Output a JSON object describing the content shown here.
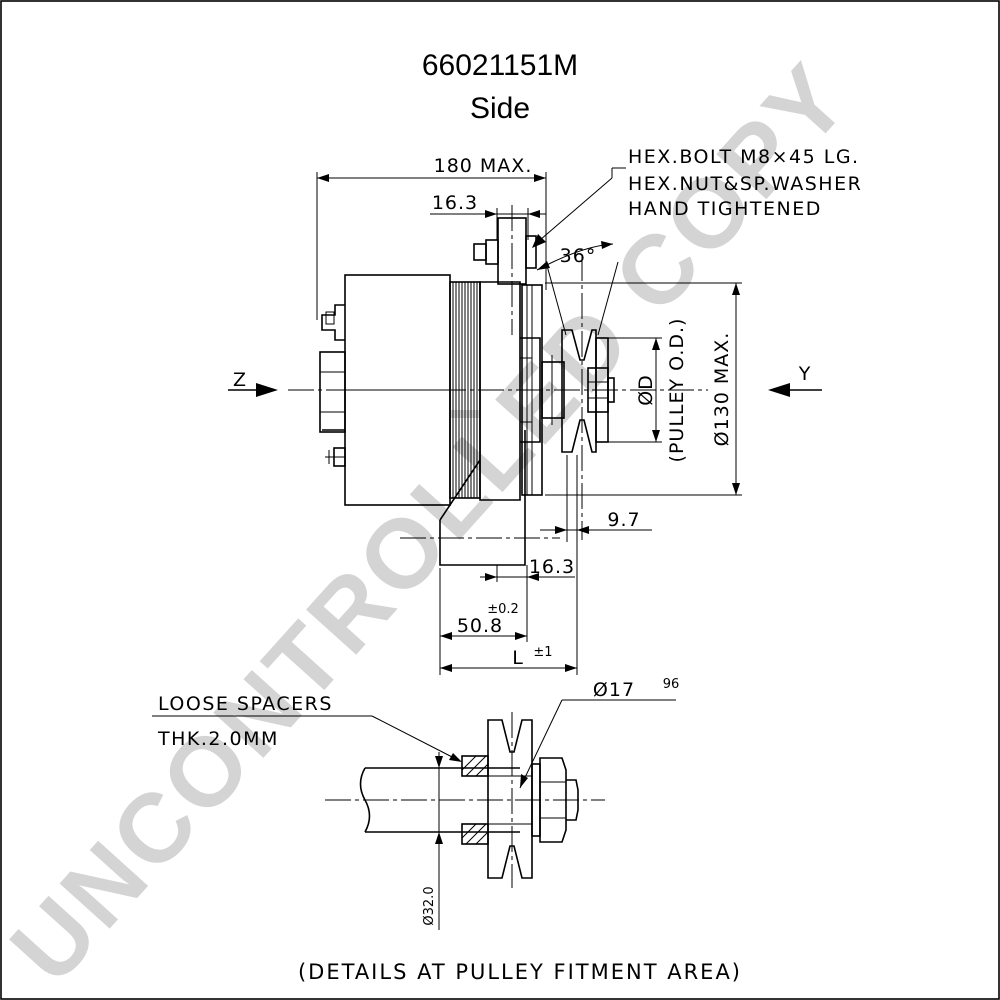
{
  "drawing": {
    "part_number": "66021151M",
    "view": "Side"
  },
  "dimensions": {
    "overall_length": "180 MAX.",
    "bolt_offset": "16.3",
    "pulley_angle": "36°",
    "pulley_od": "(PULLEY O.D.)",
    "pulley_d": "ØD",
    "body_dia": "Ø130 MAX.",
    "pulley_width": "9.7",
    "mount_offset": "16.3",
    "flange_tol": "±0.2",
    "flange_dist": "50.8",
    "length_l": "L",
    "length_tol": "±1",
    "shaft_dia": "Ø17",
    "shaft_dia_tol": "96",
    "spindle_dia": "Ø32.0"
  },
  "axes": {
    "left_view": "Z",
    "right_view": "Y"
  },
  "notes": {
    "bolt_line_1": "HEX.BOLT M8×45 LG.",
    "bolt_line_2": "HEX.NUT&SP.WASHER",
    "bolt_line_3": "HAND TIGHTENED",
    "spacers_line_1": "LOOSE SPACERS",
    "spacers_line_2": "THK.2.0MM"
  },
  "footer": {
    "caption": "(DETAILS AT PULLEY FITMENT AREA)"
  },
  "watermark": {
    "text": "UNCONTROLLED COPY"
  }
}
